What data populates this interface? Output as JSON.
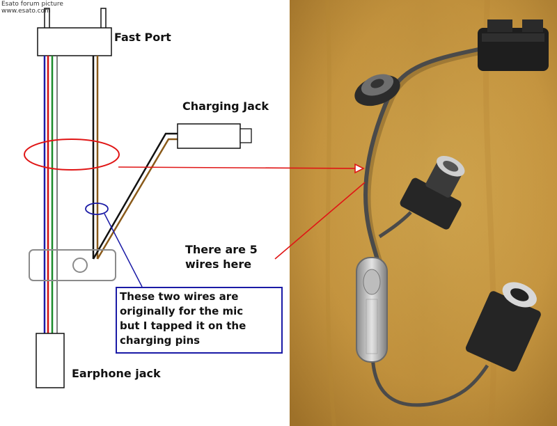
{
  "watermark": {
    "line1": "Esato forum picture",
    "line2": "www.esato.com"
  },
  "labels": {
    "fast_port": "Fast Port",
    "charging_jack": "Charging Jack",
    "earphone_jack": "Earphone jack",
    "five_wires_line1": "There are 5",
    "five_wires_line2": "wires here"
  },
  "note": {
    "line1": "These two wires are",
    "line2": "originally for the mic",
    "line3": "but I tapped it on the",
    "line4": "charging pins"
  },
  "colors": {
    "wire_blue": "#1a1aa6",
    "wire_red": "#d01010",
    "wire_green": "#1a8a2a",
    "wire_brown": "#8a5a1a",
    "wire_black": "#111111",
    "highlight_red": "#e01515",
    "highlight_blue": "#1a1aa6",
    "photo_wood": "#c79a45"
  }
}
